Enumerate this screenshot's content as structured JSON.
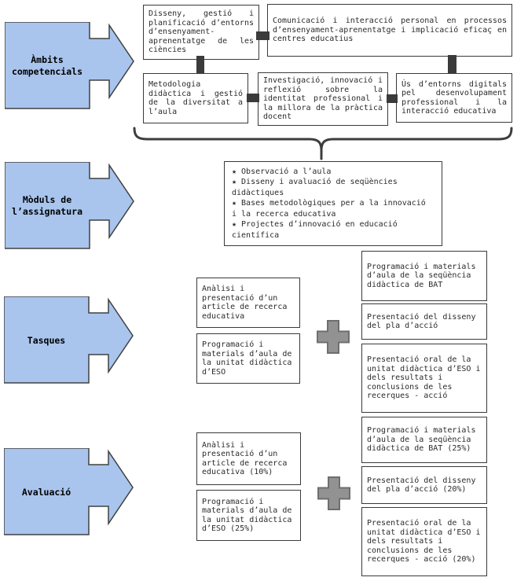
{
  "colors": {
    "arrow_fill": "#a9c5ee",
    "arrow_stroke": "#404040",
    "box_border": "#3a3a3a",
    "connector": "#3b3b3b",
    "plus_fill": "#929292",
    "plus_stroke": "#6e6e6e",
    "brace": "#3d3d3d",
    "text": "#2b2b2b"
  },
  "ambits": {
    "label": "Àmbits competencials",
    "boxes": [
      "Disseny, gestió i planificació d’entorns d’ensenyament-aprenentatge de les ciències",
      "Comunicació i interacció personal en processos d’ensenyament-aprenentatge i implicació eficaç en centres educatius",
      "Metodologia didàctica i gestió de la diversitat a l’aula",
      "Investigació, innovació i reflexió sobre la identitat professional i la millora de la pràctica docent",
      "Ús d’entorns digitals pel desenvolupament professional i la interacció educativa"
    ]
  },
  "moduls": {
    "label": "Mòduls de l’assignatura",
    "bullet": "★",
    "items": [
      "Observació a l’aula",
      "Disseny i avaluació de seqüències didàctiques",
      "Bases metodològiques per a la innovació i la recerca educativa",
      "Projectes d’innovació en educació científica"
    ]
  },
  "tasques": {
    "label": "Tasques",
    "left": [
      "Anàlisi i presentació d’un article de recerca educativa",
      "Programació i materials d’aula de la unitat didàctica d’ESO"
    ],
    "right": [
      "Programació i materials d’aula de la seqüència didàctica de BAT",
      "Presentació del disseny del pla d’acció",
      "Presentació oral de la unitat didàctica d’ESO i dels resultats i conclusions de les recerques - acció"
    ]
  },
  "avaluacio": {
    "label": "Avaluació",
    "left": [
      "Anàlisi i presentació d’un article de recerca educativa (10%)",
      "Programació i materials d’aula de la unitat didàctica d’ESO (25%)"
    ],
    "right": [
      "Programació i materials d’aula de la seqüència didàctica de BAT (25%)",
      "Presentació del disseny del pla d’acció (20%)",
      "Presentació oral de la unitat didàctica d’ESO i dels resultats i conclusions de les recerques - acció (20%)"
    ]
  }
}
